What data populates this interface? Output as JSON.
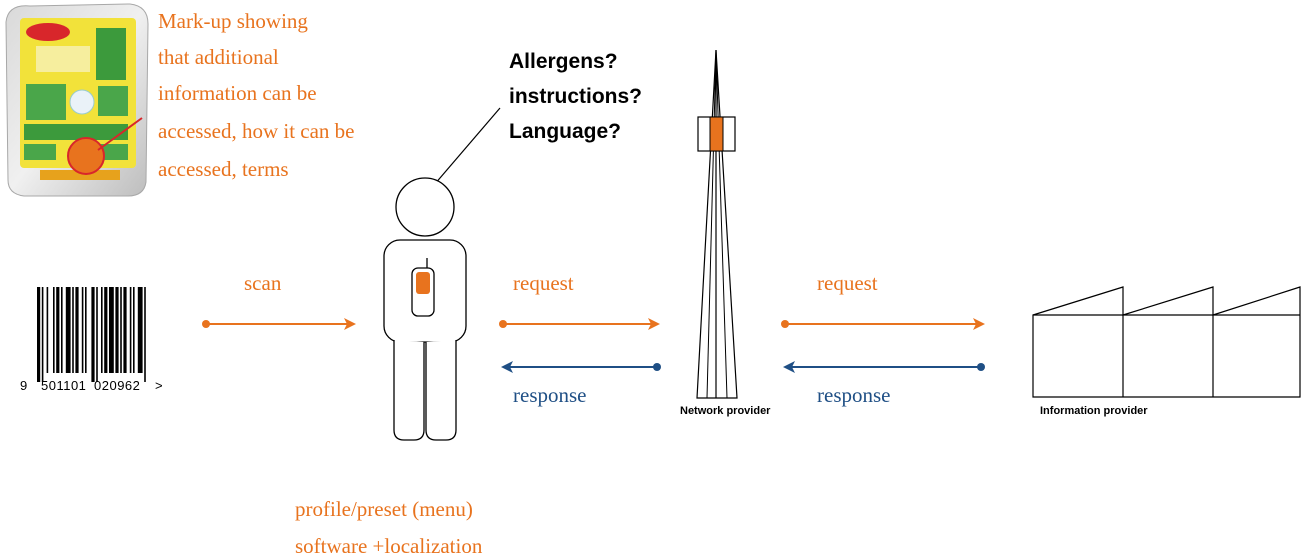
{
  "colors": {
    "orange": "#e8731e",
    "blue": "#1f4f85",
    "black": "#000000"
  },
  "package_note": {
    "lines": [
      "Mark-up showing",
      "that additional",
      "information can be",
      "accessed, how it can be",
      "accessed, terms"
    ]
  },
  "questions": {
    "lines": [
      "Allergens?",
      "instructions?",
      "Language?"
    ]
  },
  "barcode": {
    "digits_lead": "9",
    "digits_group1": "501101",
    "digits_group2": "020962",
    "end_mark": ">"
  },
  "flows": {
    "scan_label": "scan",
    "request_1": "request",
    "response_1": "response",
    "request_2": "request",
    "response_2": "response"
  },
  "nodes": {
    "network_provider": "Network provider",
    "information_provider": "Information provider"
  },
  "person_note": {
    "lines": [
      "profile/preset (menu)",
      "software +localization"
    ]
  },
  "icons": {
    "package": "product-package-icon",
    "barcode": "barcode-icon",
    "person": "person-with-phone-icon",
    "tower": "network-tower-icon",
    "factory": "factory-icon"
  }
}
